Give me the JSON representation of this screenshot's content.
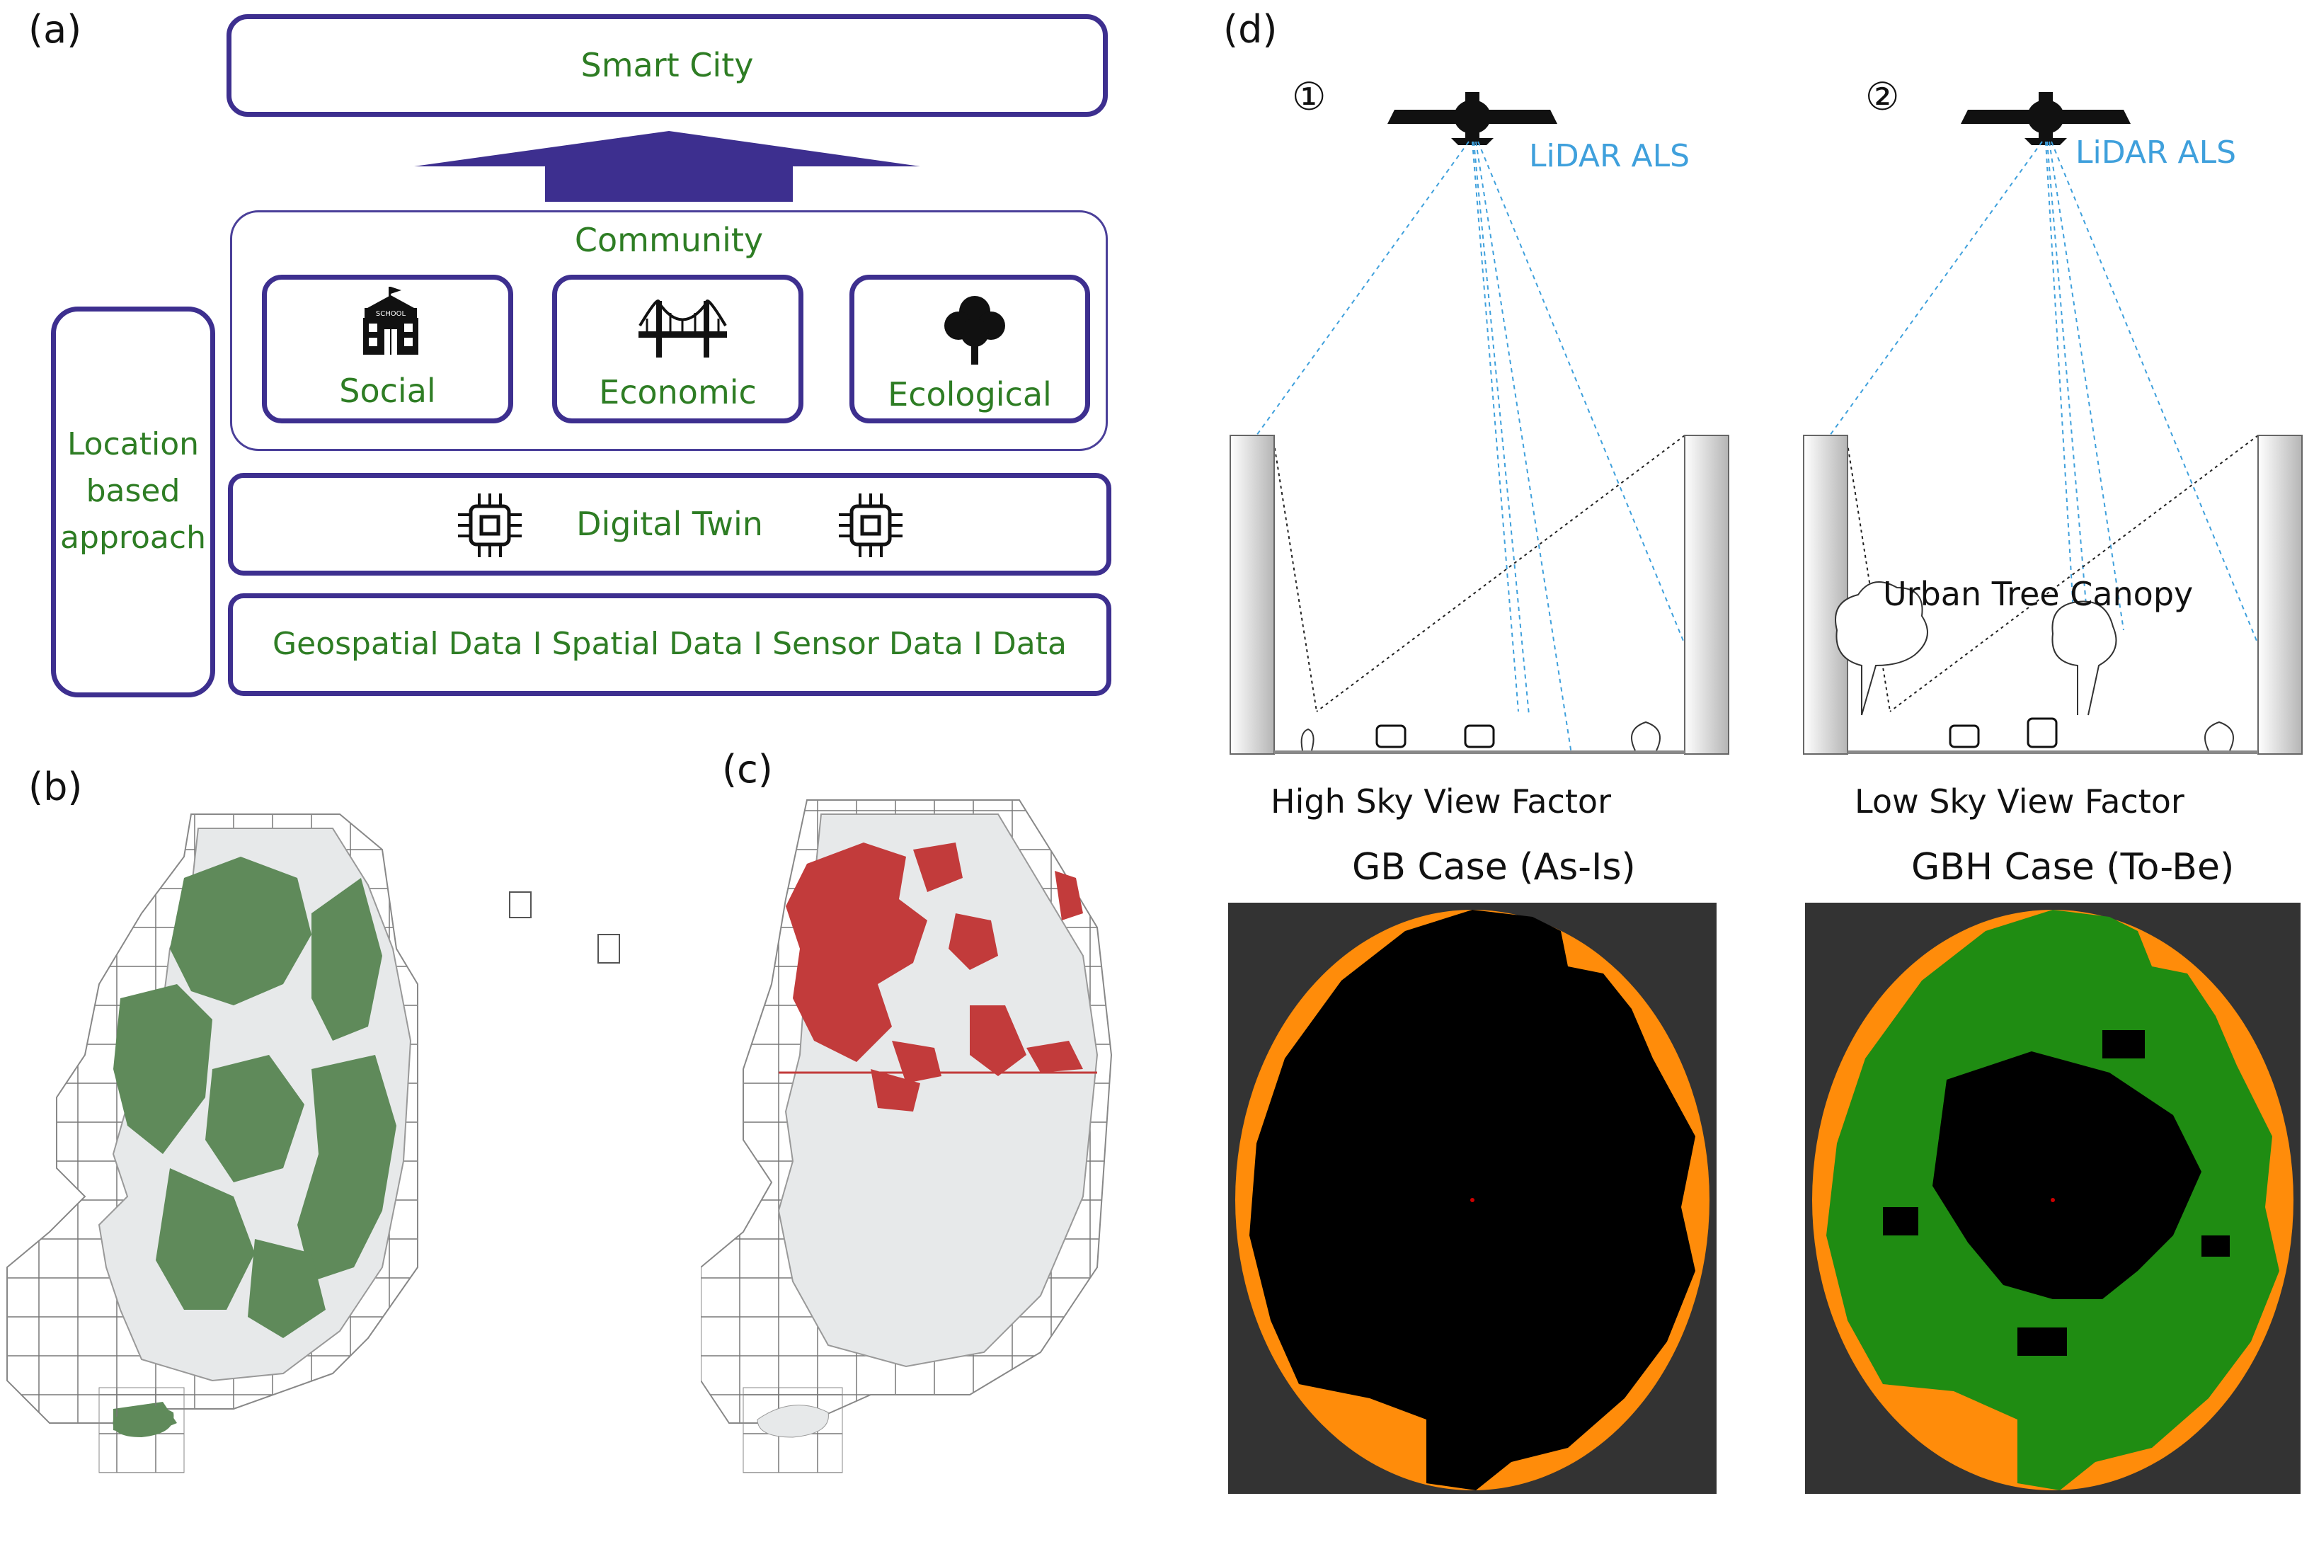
{
  "panels": {
    "a": "(a)",
    "b": "(b)",
    "c": "(c)",
    "d": "(d)"
  },
  "framework": {
    "smart_city": "Smart City",
    "community": "Community",
    "social": "Social",
    "economic": "Economic",
    "ecological": "Ecological",
    "location_approach": [
      "Location",
      "based",
      "approach"
    ],
    "digital_twin": "Digital Twin",
    "data_layer": "Geospatial Data I Spatial Data I Sensor Data I Data",
    "school_sign": "SCHOOL"
  },
  "lidar": {
    "scenario_1": "①",
    "scenario_2": "②",
    "lidar_label_1": "LiDAR ALS",
    "lidar_label_2": "LiDAR ALS",
    "canopy_label": "Urban Tree Canopy",
    "high_svf": "High Sky View Factor",
    "low_svf": "Low Sky View Factor",
    "case_gb": "GB Case (As-Is)",
    "case_gbh": "GBH Case (To-Be)"
  },
  "colors": {
    "frame": "#3d2f8f",
    "text_green": "#2e7d24",
    "lidar_blue": "#3fa0dc",
    "map_green": "#5f8a5a",
    "map_red": "#c23b3b",
    "sky_orange": "#ff8c0a",
    "canopy_green": "#1f8c12"
  }
}
